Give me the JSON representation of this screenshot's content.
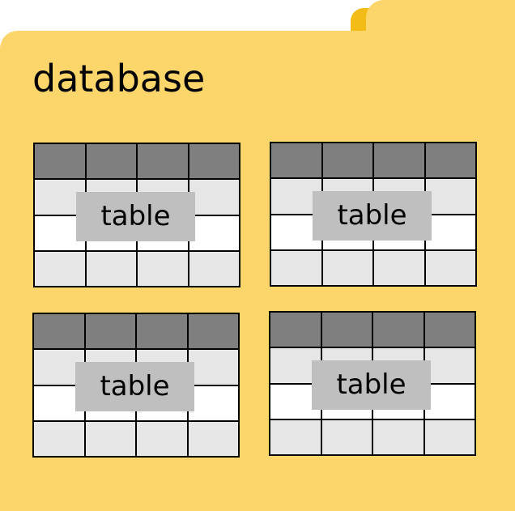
{
  "folder": {
    "label": "database",
    "colors": {
      "body": "#fdd66b",
      "tab_accent": "#f3bb16"
    }
  },
  "tables": [
    {
      "label": "table"
    },
    {
      "label": "table"
    },
    {
      "label": "table"
    },
    {
      "label": "table"
    }
  ],
  "table_colors": {
    "header": "#7f7f7f",
    "row_gray": "#e6e6e6",
    "row_white": "#ffffff",
    "grid_lines": "#000000",
    "label_box": "#bfbfbf"
  }
}
